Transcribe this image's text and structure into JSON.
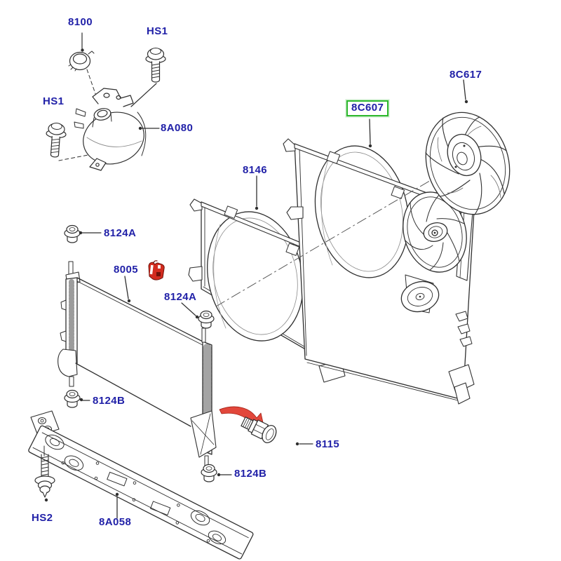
{
  "window": {
    "title": "Radiator, cooling fan and shroud — exploded parts diagram",
    "background": "#ffffff"
  },
  "colors": {
    "label_text": "#2121a8",
    "line_art": "#2f2f2f",
    "highlight_box": "#2eb82e",
    "note_icon_red": "#d22b1e",
    "arrow_red": "#e2473b"
  },
  "diagram": {
    "type": "exploded-parts-diagram",
    "highlighted_part": "8C607",
    "labels": [
      {
        "text": "8100"
      },
      {
        "text": "HS1"
      },
      {
        "text": "HS1"
      },
      {
        "text": "8A080"
      },
      {
        "text": "8C617"
      },
      {
        "text": "8C607",
        "highlighted": true
      },
      {
        "text": "8146"
      },
      {
        "text": "8124A"
      },
      {
        "text": "8005"
      },
      {
        "text": "8124A"
      },
      {
        "text": "8124B"
      },
      {
        "text": "8115"
      },
      {
        "text": "8124B"
      },
      {
        "text": "HS2"
      },
      {
        "text": "8A058"
      }
    ],
    "icons": [
      {
        "name": "fastener-note-icon",
        "color": "#d22b1e"
      },
      {
        "name": "install-direction-arrow-icon",
        "color": "#e2473b"
      }
    ]
  }
}
